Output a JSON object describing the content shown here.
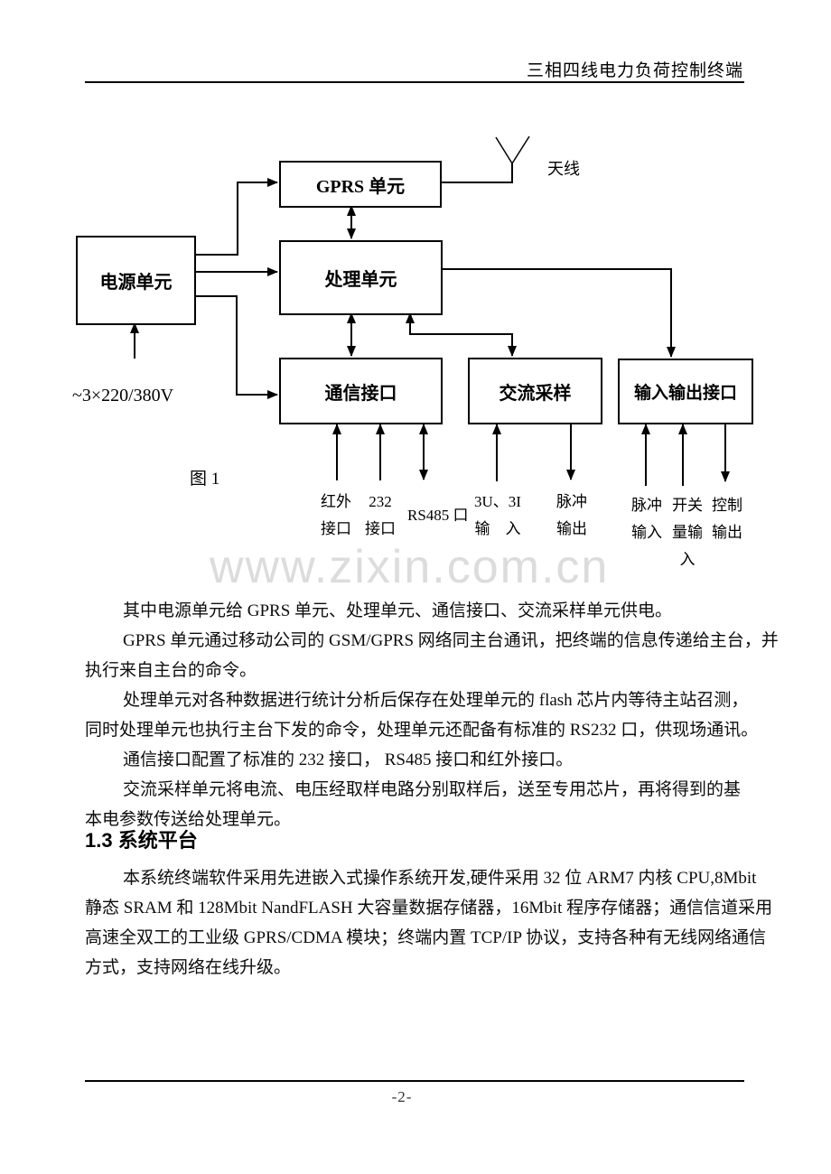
{
  "header": {
    "title": "三相四线电力负荷控制终端"
  },
  "watermark": {
    "text": "www.zixin.com.cn"
  },
  "diagram": {
    "figure_label": "图 1",
    "boxes": {
      "power": "电源单元",
      "gprs": "GPRS 单元",
      "process": "处理单元",
      "comm": "通信接口",
      "ac": "交流采样",
      "io": "输入输出接口"
    },
    "labels": {
      "antenna": "天线",
      "power_input": "~3×220/380V",
      "infrared": "红外\n接口",
      "port232": "232\n接口",
      "rs485": "RS485 口",
      "ui_input": "3U、3I\n输　入",
      "pulse_output": "脉冲\n输出",
      "pulse_input": "脉冲\n输入",
      "switch_input": "开关\n量输\n入",
      "control_output": "控制\n输出"
    }
  },
  "body": {
    "lines": [
      "其中电源单元给 GPRS 单元、处理单元、通信接口、交流采样单元供电。",
      "GPRS 单元通过移动公司的 GSM/GPRS 网络同主台通讯，把终端的信息传递给主台，并",
      "执行来自主台的命令。",
      "处理单元对各种数据进行统计分析后保存在处理单元的 flash 芯片内等待主站召测，",
      "同时处理单元也执行主台下发的命令，处理单元还配备有标准的 RS232 口，供现场通讯。",
      "通信接口配置了标准的 232 接口， RS485 接口和红外接口。",
      "交流采样单元将电流、电压经取样电路分别取样后，送至专用芯片，再将得到的基",
      "本电参数传送给处理单元。"
    ],
    "heading": "1.3 系统平台",
    "lines2": [
      "本系统终端软件采用先进嵌入式操作系统开发,硬件采用 32 位 ARM7 内核 CPU,8Mbit",
      "静态 SRAM 和 128Mbit NandFLASH 大容量数据存储器，16Mbit 程序存储器；通信信道采用",
      "高速全双工的工业级 GPRS/CDMA 模块；终端内置 TCP/IP 协议，支持各种有无线网络通信",
      "方式，支持网络在线升级。"
    ]
  },
  "footer": {
    "page_number": "-2-"
  }
}
